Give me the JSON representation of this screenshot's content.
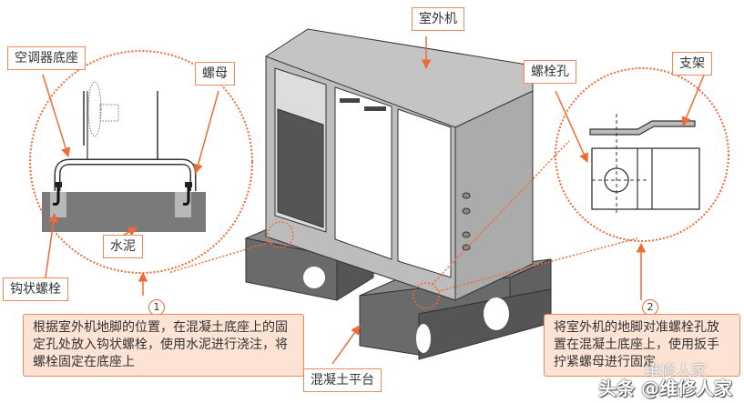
{
  "labels": {
    "outdoor_unit": "室外机",
    "ac_base": "空调器底座",
    "nut": "螺母",
    "cement": "水泥",
    "hook_bolt": "钩状螺栓",
    "bolt_hole": "螺栓孔",
    "bracket": "支架",
    "concrete_platform": "混凝土平台"
  },
  "steps": [
    {
      "number": "1",
      "text": "根据室外机地脚的位置，在混凝土底座上的固定孔处放入钩状螺栓，使用水泥进行浇注，将螺栓固定在底座上"
    },
    {
      "number": "2",
      "text": "将室外机的地脚对准螺栓孔放置在混凝土底座上，使用扳手拧紧螺母进行固定"
    }
  ],
  "watermark": {
    "main": "头条 @维修人家",
    "secondary": "维修人家"
  },
  "colors": {
    "accent": "#f06a35",
    "label_border": "#f08a5d",
    "note_fill": "#fde3d4",
    "unit_body": "#b8b8b8",
    "concrete": "#6e6e6e"
  }
}
